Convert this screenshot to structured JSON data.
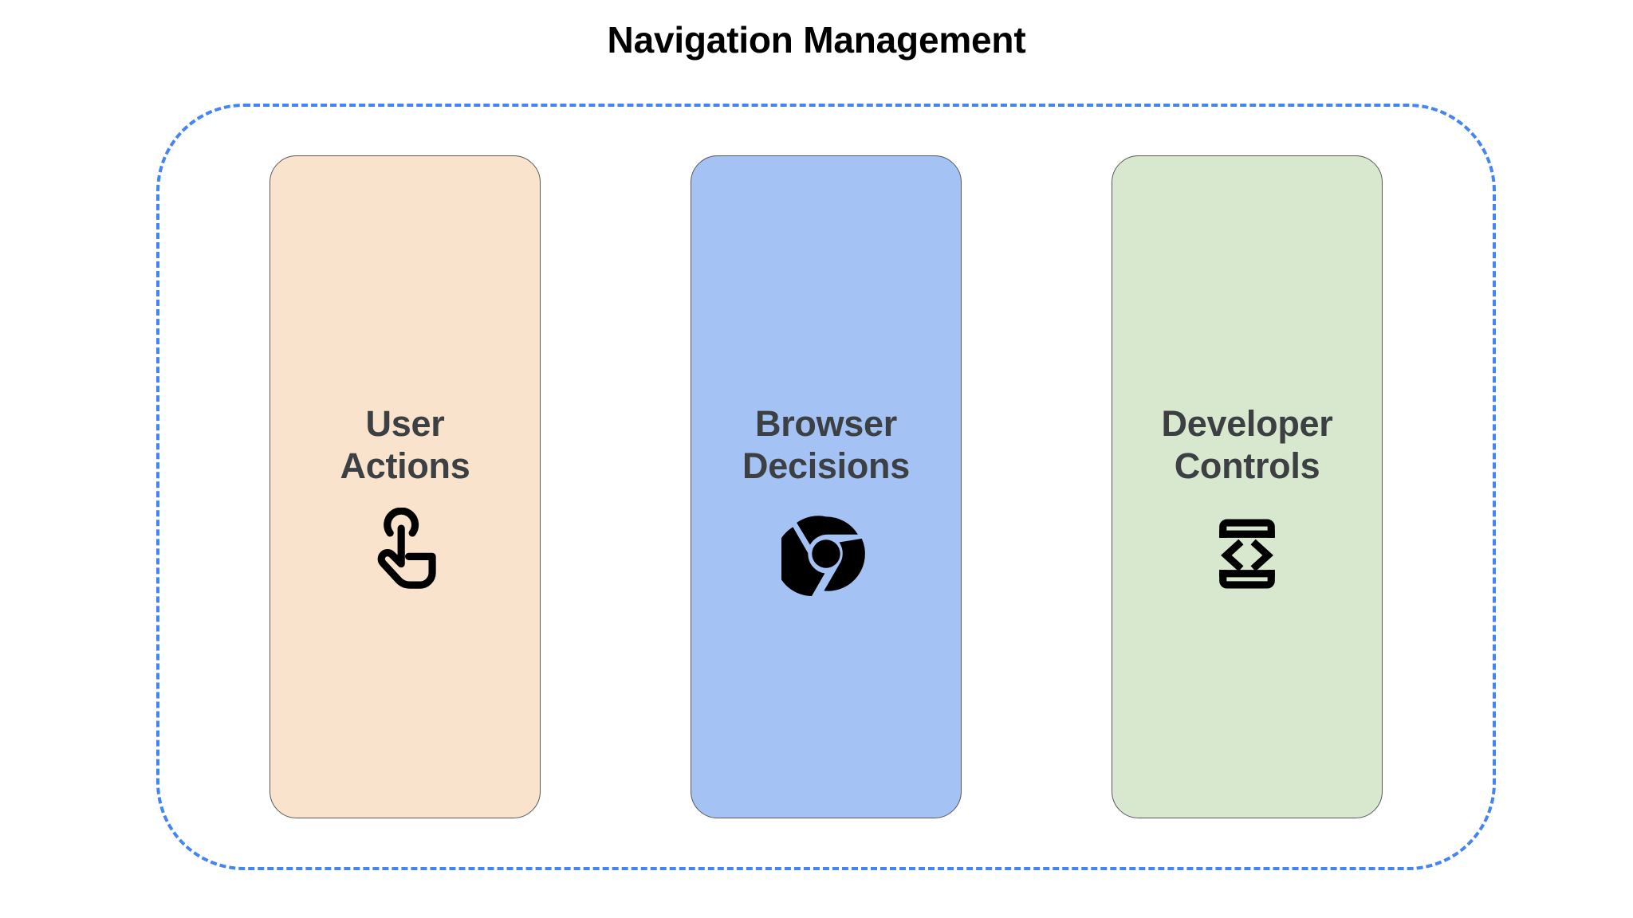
{
  "title": "Navigation Management",
  "container": {
    "name": "dashed-group-boundary",
    "border_color": "#4285F4",
    "border_style": "dashed"
  },
  "theme": {
    "background": "#FFFFFF",
    "title_color": "#000000",
    "card_text_color": "#3C4043",
    "card_border_color": "#595959",
    "icon_color": "#000000"
  },
  "cards": [
    {
      "id": "user-actions",
      "label": "User\nActions",
      "line1": "User",
      "line2": "Actions",
      "fill": "#FAE3CD",
      "icon": "touch-app-icon"
    },
    {
      "id": "browser-decisions",
      "label": "Browser\nDecisions",
      "line1": "Browser",
      "line2": "Decisions",
      "fill": "#A4C2F4",
      "icon": "chrome-icon"
    },
    {
      "id": "developer-controls",
      "label": "Developer\nControls",
      "line1": "Developer",
      "line2": "Controls",
      "fill": "#D8E8CF",
      "icon": "developer-mode-icon"
    }
  ]
}
